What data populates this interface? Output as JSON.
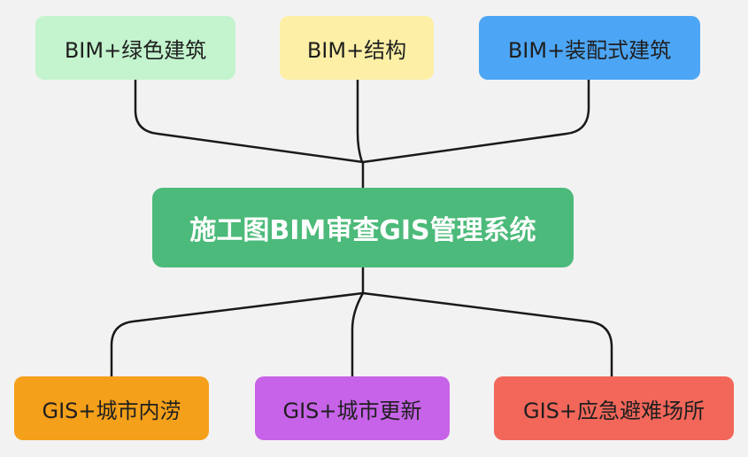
{
  "colors": {
    "background": "#f2f2f2",
    "connector": "#1a1a1a",
    "center": "#4cba7a",
    "top_green": "#c3f4cd",
    "top_yellow": "#fdf0a6",
    "top_blue": "#4da6f5",
    "bottom_orange": "#f5a01a",
    "bottom_purple": "#c763e8",
    "bottom_red": "#f2675a"
  },
  "center": {
    "label": "施工图BIM审查GIS管理系统"
  },
  "top_nodes": [
    {
      "label": "BIM+绿色建筑"
    },
    {
      "label": "BIM+结构"
    },
    {
      "label": "BIM+装配式建筑"
    }
  ],
  "bottom_nodes": [
    {
      "label": "GIS+城市内涝"
    },
    {
      "label": "GIS+城市更新"
    },
    {
      "label": "GIS+应急避难场所"
    }
  ]
}
